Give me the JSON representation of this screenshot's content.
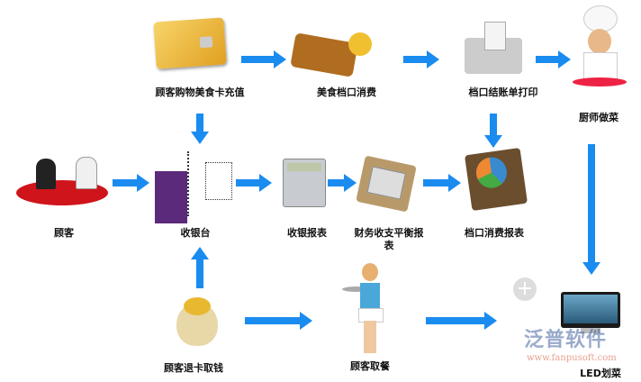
{
  "nodes": {
    "recharge": "顾客购物美食卡充值",
    "stall_consume": "美食档口消费",
    "bill_print": "档口结账单打印",
    "chef": "厨师做菜",
    "customer": "顾客",
    "cashier": "收银台",
    "cash_report": "收银报表",
    "finance_report": "财务收支平衡报表",
    "stall_report": "档口消费报表",
    "led": "LED划菜",
    "refund": "顾客退卡取钱",
    "pickup": "顾客取餐"
  },
  "watermark": {
    "brand": "泛普软件",
    "url": "www.fanpusoft.com"
  },
  "colors": {
    "arrow": "#1a8cf0"
  }
}
